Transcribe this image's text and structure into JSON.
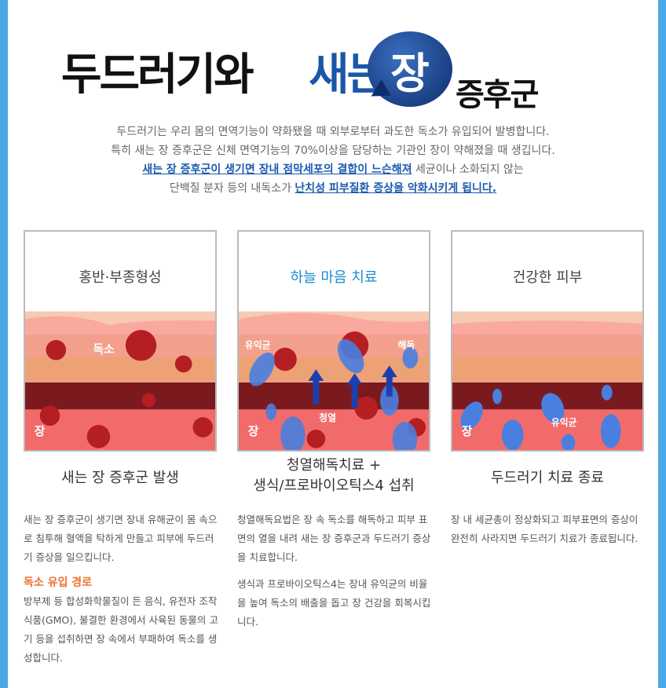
{
  "title": {
    "part1": "두드러기와",
    "part2": "새는",
    "bubble": "장",
    "part3": "증후군"
  },
  "intro": {
    "line1": "두드러기는 우리 몸의 면역기능이 약화됐을 때 외부로부터 과도한 독소가 유입되어 발병합니다.",
    "line2": "특히 새는 장 증후군은 신체 면역기능의 70%이상을 담당하는 기관인 장이 약해졌을 때 생깁니다.",
    "line3_highlight": "새는 장 증후군이 생기면 장내 점막세포의 결합이 느슨해져",
    "line3_rest": " 세균이나 소화되지 않는",
    "line4_start": "단백질 분자 등의 내독소가 ",
    "line4_highlight": "난치성 피부질환 증상을 악화시키게 됩니다."
  },
  "panels": [
    {
      "heading": "홍반·부종형성",
      "labels": [
        "독소",
        "장"
      ],
      "subtitle": "새는 장 증후군 발생",
      "desc": "새는 장 증후군이 생기면 장내 유해균이 몸 속으로 침투해 혈액을 탁하게 만들고 피부에 두드러기 증상을 일으킵니다.",
      "route_title": "독소 유입 경로",
      "route_desc": "방부제 등 합성화학물질이 든 음식, 유전자 조작 식품(GMO), 불결한 환경에서 사육된 동물의 고기 등을 섭취하면 장 속에서 부패하여 독소를 생성합니다."
    },
    {
      "heading": "하늘 마음 치료",
      "labels": [
        "유익균",
        "해독",
        "청열",
        "장"
      ],
      "subtitle1": "청열해독치료 +",
      "subtitle2": "생식/프로바이오틱스4 섭취",
      "desc1": "청열해독요법은 장 속 독소를 해독하고 피부 표면의 열을 내려 새는 장 증후군과 두드러기 증상을 치료합니다.",
      "desc2": "생식과 프로바이오틱스4는 장내 유익균의 비율을 높여 독소의 배출을 돕고 장 건강을 회복시킵니다."
    },
    {
      "heading": "건강한 피부",
      "labels": [
        "장",
        "유익균"
      ],
      "subtitle": "두드러기 치료 종료",
      "desc": "장 내 세균총이 정상화되고 피부표면의 증상이 완전히 사라지면 두드러기 치료가 종료됩니다."
    }
  ],
  "colors": {
    "accent": "#1b5bb0",
    "orange": "#f07030",
    "heading2": "#1a8ad0"
  }
}
